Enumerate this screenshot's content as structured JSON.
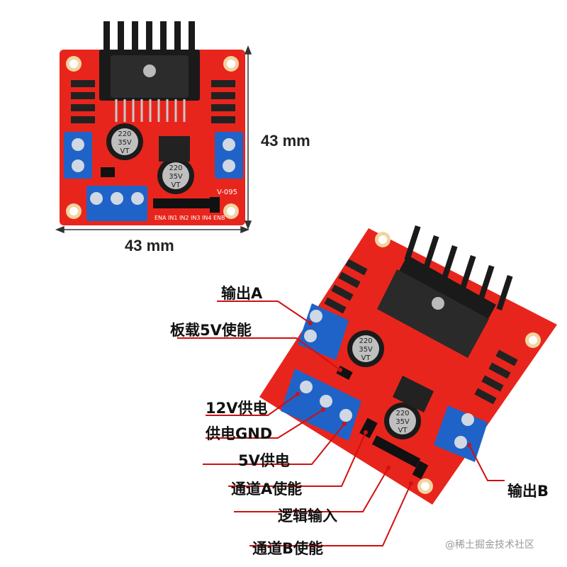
{
  "dimensions": {
    "height": "43 mm",
    "width": "43 mm"
  },
  "board": {
    "capacitor_text": [
      "220",
      "35V",
      "VT"
    ],
    "silk_text": "V-095",
    "colors": {
      "pcb": "#e8251c",
      "terminal": "#1f63c8",
      "heatsink": "#1a1a1a",
      "arrow": "#d01010"
    }
  },
  "labels": {
    "output_a": "输出A",
    "onboard_5v_enable": "板载5V使能",
    "power_12v": "12V供电",
    "power_gnd": "供电GND",
    "power_5v": "5V供电",
    "channel_a_enable": "通道A使能",
    "logic_input": "逻辑输入",
    "channel_b_enable": "通道B使能",
    "output_b": "输出B"
  },
  "watermark": "@稀土掘金技术社区"
}
